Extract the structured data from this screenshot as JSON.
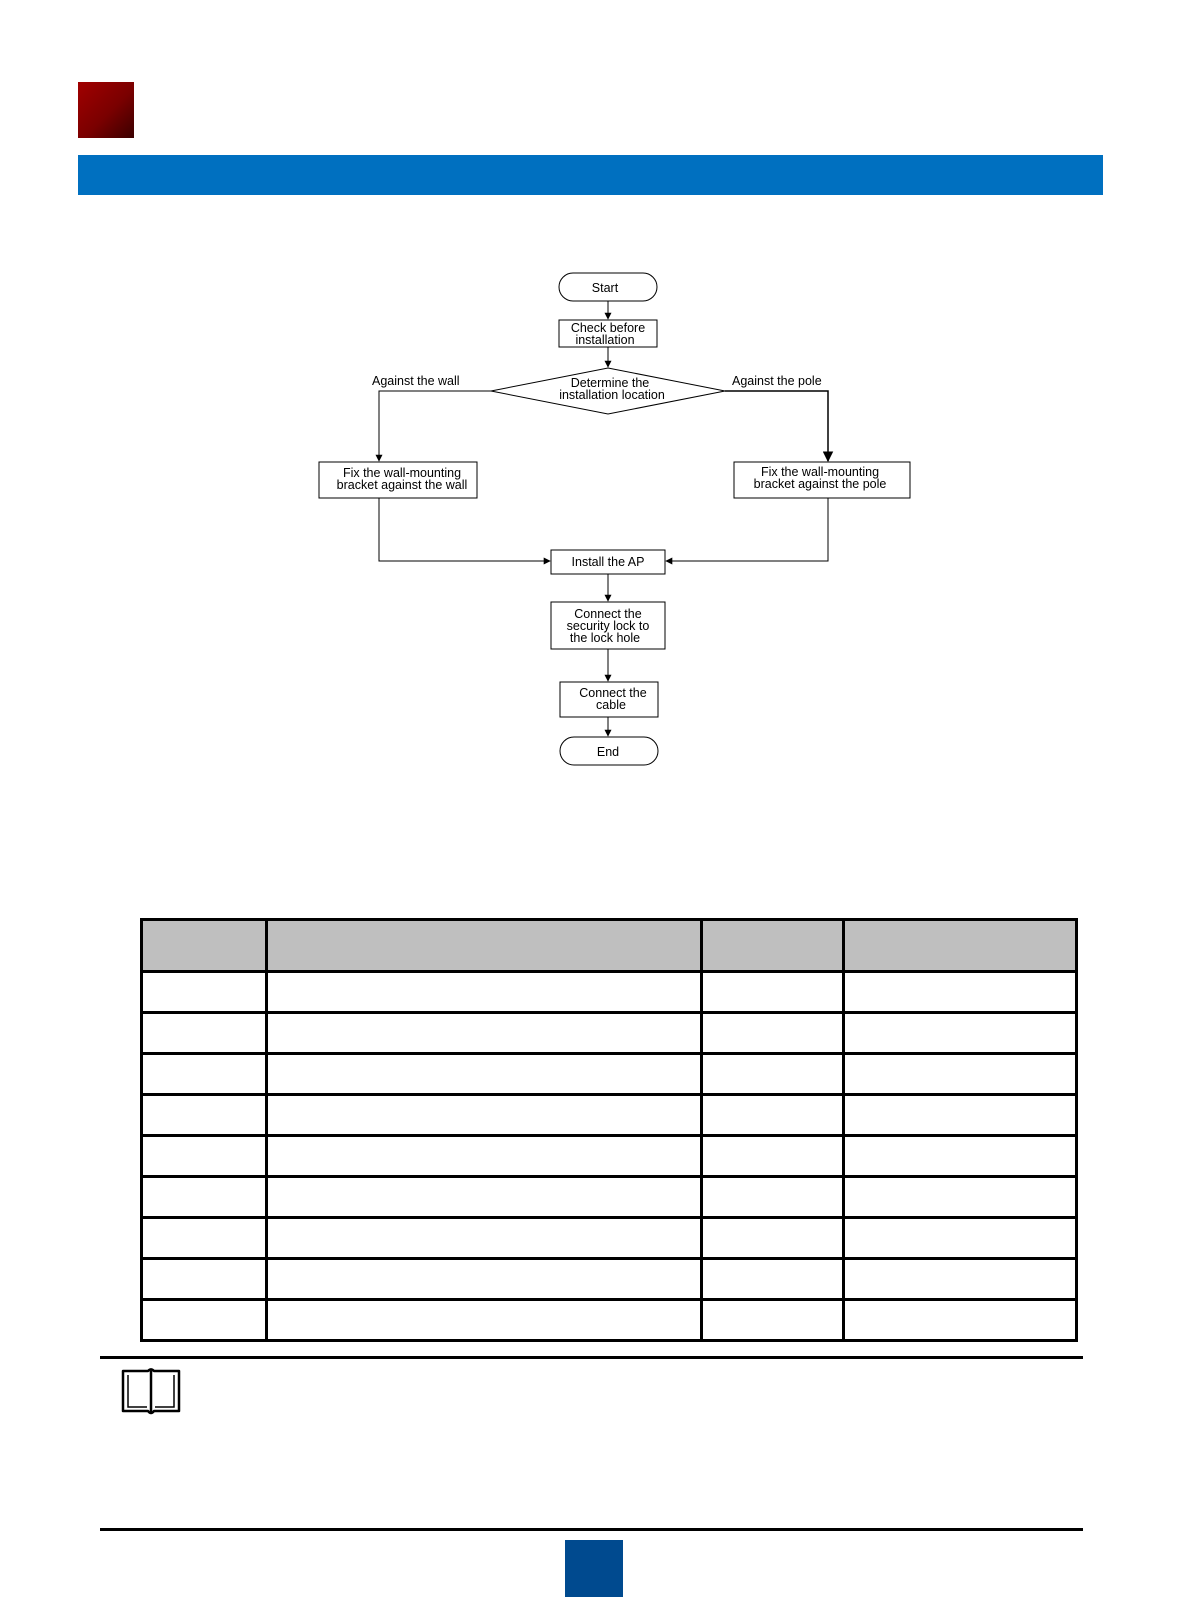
{
  "flowchart": {
    "start": "Start",
    "check_line1": "Check before",
    "check_line2": "installation",
    "decision_line1": "Determine the",
    "decision_line2": "installation location",
    "branch_wall": "Against the wall",
    "branch_pole": "Against the pole",
    "wall_line1": "Fix the wall-mounting",
    "wall_line2": "bracket against the wall",
    "pole_line1": "Fix the wall-mounting",
    "pole_line2": "bracket against the pole",
    "install": "Install the AP",
    "lock_line1": "Connect the",
    "lock_line2": "security lock to",
    "lock_line3": "the lock hole",
    "cable_line1": "Connect the",
    "cable_line2": "cable",
    "end": "End"
  },
  "colors": {
    "chapter_accent": "#8b0000",
    "heading_bar": "#0070c0",
    "table_header": "#bfbfbf",
    "page_box": "#004a8f"
  },
  "icons": {
    "note": "open-book-icon"
  }
}
